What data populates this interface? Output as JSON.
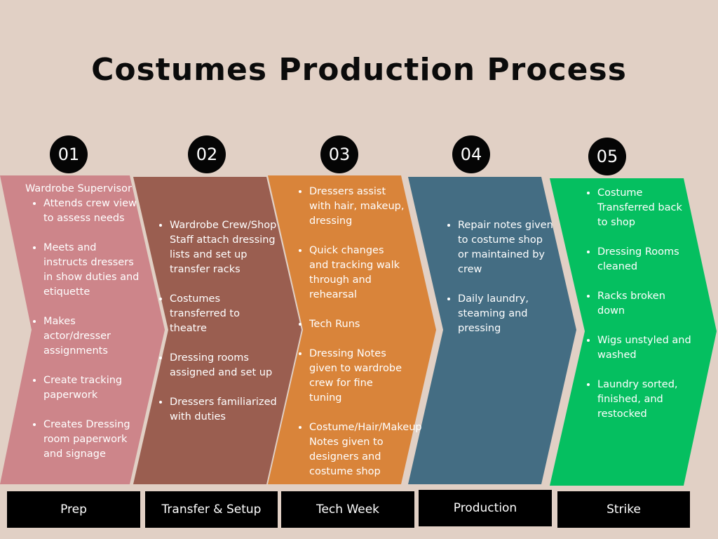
{
  "title": "Costumes Production Process",
  "colors": {
    "prep": "#CD858A",
    "transfer": "#9A5E50",
    "tech": "#D9843A",
    "production": "#446D83",
    "strike": "#05BF60"
  },
  "steps": [
    {
      "number": "01",
      "label": "Prep",
      "heading": "Wardrobe Supervisor",
      "items": [
        "Attends crew view to assess needs",
        "Meets and instructs dressers in show duties and etiquette",
        "Makes actor/dresser assignments",
        "Create tracking paperwork",
        "Creates Dressing room paperwork and signage"
      ]
    },
    {
      "number": "02",
      "label": "Transfer & Setup",
      "items": [
        "Wardrobe Crew/Shop Staff attach dressing lists and set up transfer racks",
        "Costumes transferred to theatre",
        "Dressing rooms assigned and set up",
        "Dressers familiarized with duties"
      ]
    },
    {
      "number": "03",
      "label": "Tech Week",
      "items": [
        "Dressers assist with hair, makeup, dressing",
        "Quick changes and tracking walk through and rehearsal",
        "Tech Runs",
        "Dressing Notes given to wardrobe crew for fine tuning",
        "Costume/Hair/Makeup Notes given to designers and costume shop"
      ]
    },
    {
      "number": "04",
      "label": "Production",
      "items": [
        "Repair notes given to costume shop or maintained by crew",
        "Daily laundry, steaming and pressing"
      ]
    },
    {
      "number": "05",
      "label": "Strike",
      "items": [
        "Costume Transferred back to shop",
        "Dressing Rooms cleaned",
        "Racks broken down",
        "Wigs unstyled and washed",
        "Laundry sorted, finished, and restocked"
      ]
    }
  ]
}
